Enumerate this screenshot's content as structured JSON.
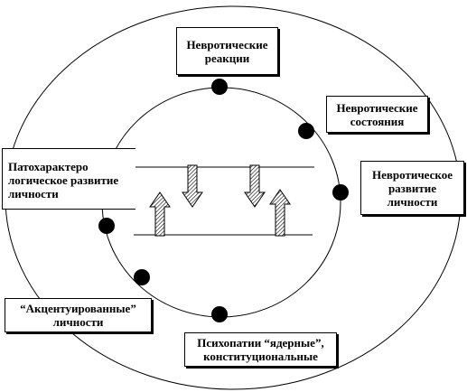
{
  "diagram": {
    "nodes": {
      "top": "Невротические\nреакции",
      "right_top": "Невротические\nсостояния",
      "right": "Невротическое\nразвитие\nличности",
      "left": "Патохарактеро\nлогическое развитие\nличности",
      "bottom_left": "“Акцентуированные”\nличности",
      "bottom": "Психопатии “ядерные”,\nконституциональные"
    },
    "colors": {
      "stroke": "#000000",
      "dot": "#000000",
      "box_bg": "#ffffff"
    }
  }
}
